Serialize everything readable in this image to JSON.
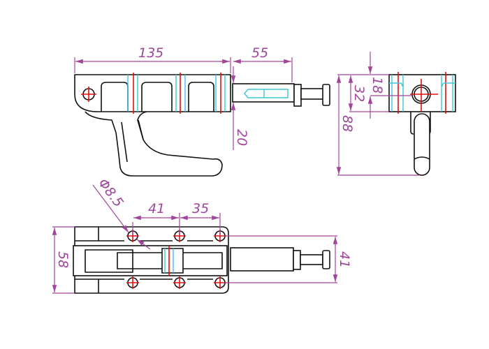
{
  "drawing": {
    "colors": {
      "outline": "#111111",
      "dimension": "#a0469a",
      "centerline": "#e01010",
      "hidden": "#3fc6d6"
    },
    "side_view": {
      "dim_length": "135",
      "dim_stroke": "55",
      "dim_offset": "20"
    },
    "end_view": {
      "dim_height": "88",
      "dim_body": "32",
      "dim_center": "18"
    },
    "top_view": {
      "dim_hole": "Φ8.5",
      "dim_pitch1": "41",
      "dim_pitch2": "35",
      "dim_width": "58",
      "dim_hole_span": "41"
    }
  }
}
